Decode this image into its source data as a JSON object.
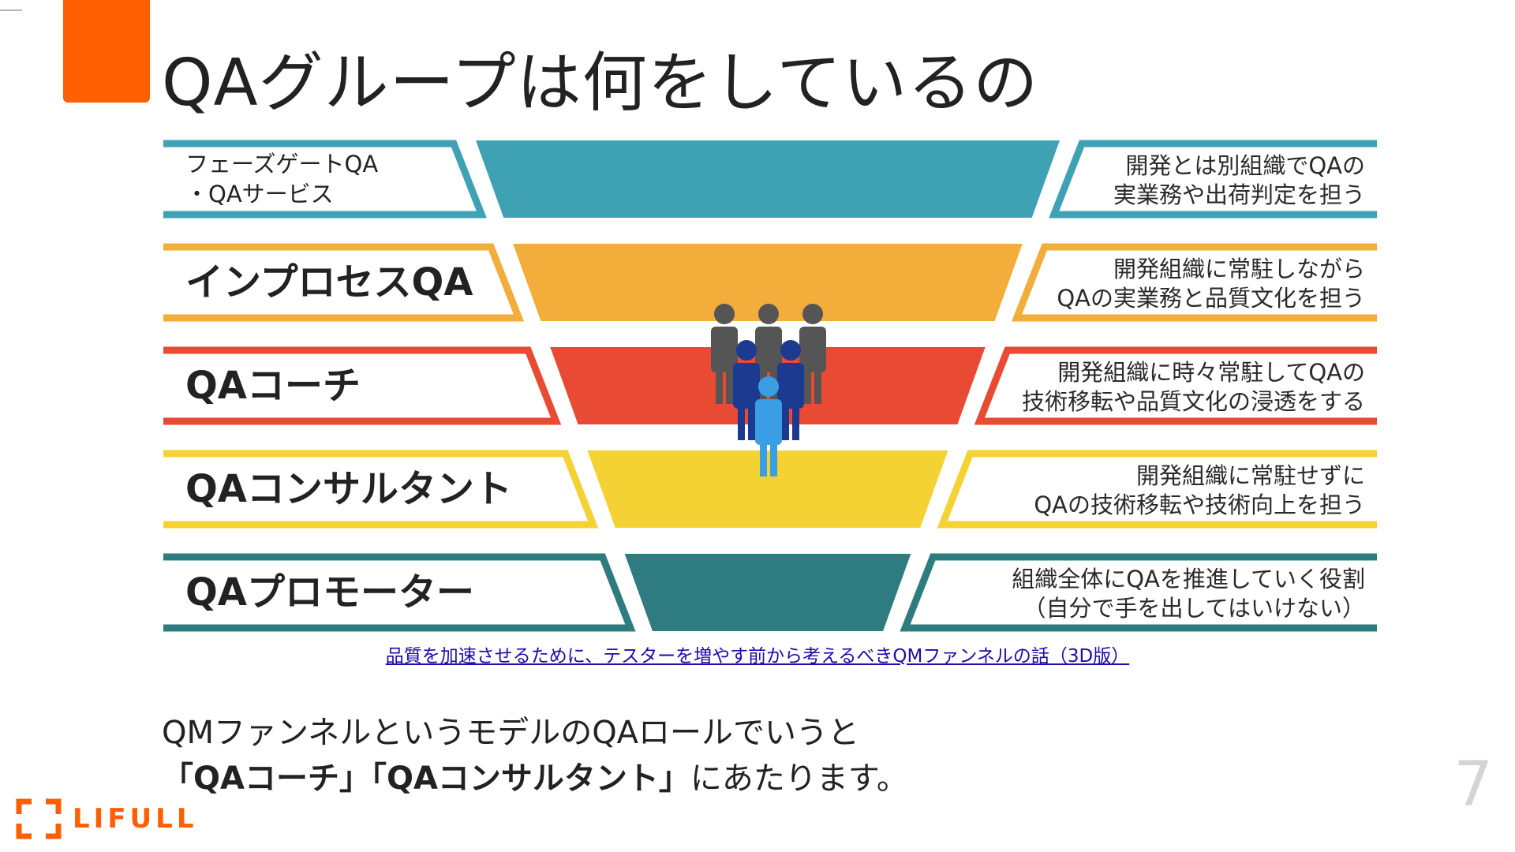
{
  "slide": {
    "title": "QAグループは何をしているの",
    "page_number": "7"
  },
  "colors": {
    "accent": "#ff5f00",
    "teal_light": "#3fa1b4",
    "orange": "#f2ad3a",
    "red": "#e84a33",
    "yellow": "#f5d233",
    "teal_dark": "#2e7c80",
    "people_gray": "#555555",
    "people_navy": "#1c3a8f",
    "people_blue": "#3a9ee4"
  },
  "funnel": {
    "tiers": [
      {
        "left_lines": [
          "フェーズゲートQA",
          "・QAサービス"
        ],
        "right_lines": [
          "開発とは別組織でQAの",
          "実業務や出荷判定を担う"
        ],
        "color": "#3fa1b4"
      },
      {
        "left_lines": [
          "インプロセスQA"
        ],
        "right_lines": [
          "開発組織に常駐しながら",
          "QAの実業務と品質文化を担う"
        ],
        "color": "#f2ad3a"
      },
      {
        "left_lines": [
          "QAコーチ"
        ],
        "right_lines": [
          "開発組織に時々常駐してQAの",
          "技術移転や品質文化の浸透をする"
        ],
        "color": "#e84a33"
      },
      {
        "left_lines": [
          "QAコンサルタント"
        ],
        "right_lines": [
          "開発組織に常駐せずに",
          "QAの技術移転や技術向上を担う"
        ],
        "color": "#f5d233"
      },
      {
        "left_lines": [
          "QAプロモーター"
        ],
        "right_lines": [
          "組織全体にQAを推進していく役割",
          "（自分で手を出してはいけない）"
        ],
        "color": "#2e7c80"
      }
    ]
  },
  "source_link": {
    "text": "品質を加速させるために、テスターを増やす前から考えるべきQMファンネルの話（3D版）"
  },
  "body": {
    "line1": "QMファンネルというモデルのQAロールでいうと",
    "line2_part1": "「QAコーチ」「QAコンサルタント」",
    "line2_part2": "にあたります。"
  },
  "logo": {
    "text": "LIFULL"
  }
}
